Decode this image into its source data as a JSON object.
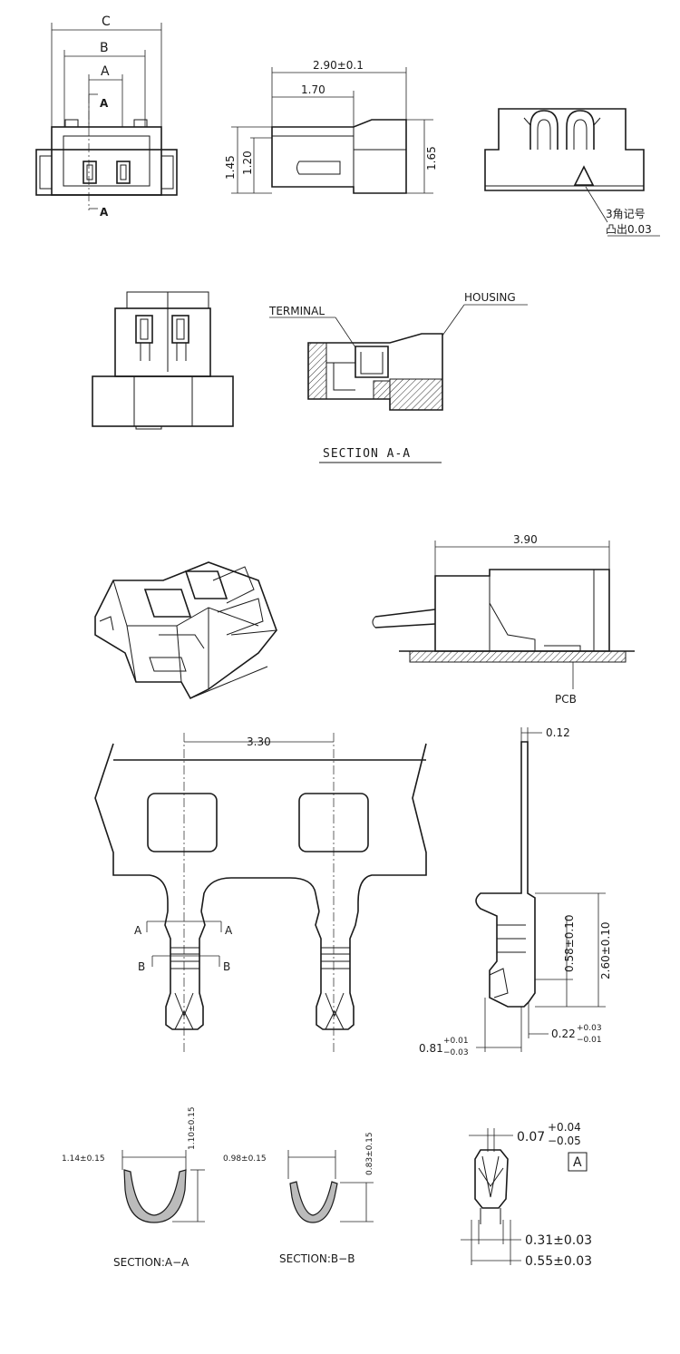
{
  "labels": {
    "dim_c": "C",
    "dim_b": "B",
    "dim_a": "A",
    "sect_a_top": "A",
    "sect_a_bottom": "A",
    "dim_290": "2.90±0.1",
    "dim_170": "1.70",
    "dim_145": "1.45",
    "dim_120": "1.20",
    "dim_165": "1.65",
    "mark_line1": "3角记号",
    "mark_line2": "凸出0.03",
    "terminal": "TERMINAL",
    "housing": "HOUSING",
    "section_aa_title": "SECTION A-A",
    "dim_390": "3.90",
    "pcb": "PCB",
    "dim_330": "3.30",
    "dim_012": "0.12",
    "cut_a_left": "A",
    "cut_a_right": "A",
    "cut_b_left": "B",
    "cut_b_right": "B",
    "dim_058": "0.58±0.10",
    "dim_260": "2.60±0.10",
    "dim_081_base": "0.81",
    "dim_081_plus": "+0.01",
    "dim_081_minus": "−0.03",
    "dim_022_base": "0.22",
    "dim_022_plus": "+0.03",
    "dim_022_minus": "−0.01",
    "dim_114": "1.14±0.15",
    "dim_110": "1.10±0.15",
    "section_a_a": "SECTION:A−A",
    "dim_098": "0.98±0.15",
    "dim_083": "0.83±0.15",
    "section_b_b": "SECTION:B−B",
    "dim_007_base": "0.07",
    "dim_007_plus": "+0.04",
    "dim_007_minus": "−0.05",
    "ref_a_box": "A",
    "dim_031": "0.31±0.03",
    "dim_055": "0.55±0.03"
  }
}
